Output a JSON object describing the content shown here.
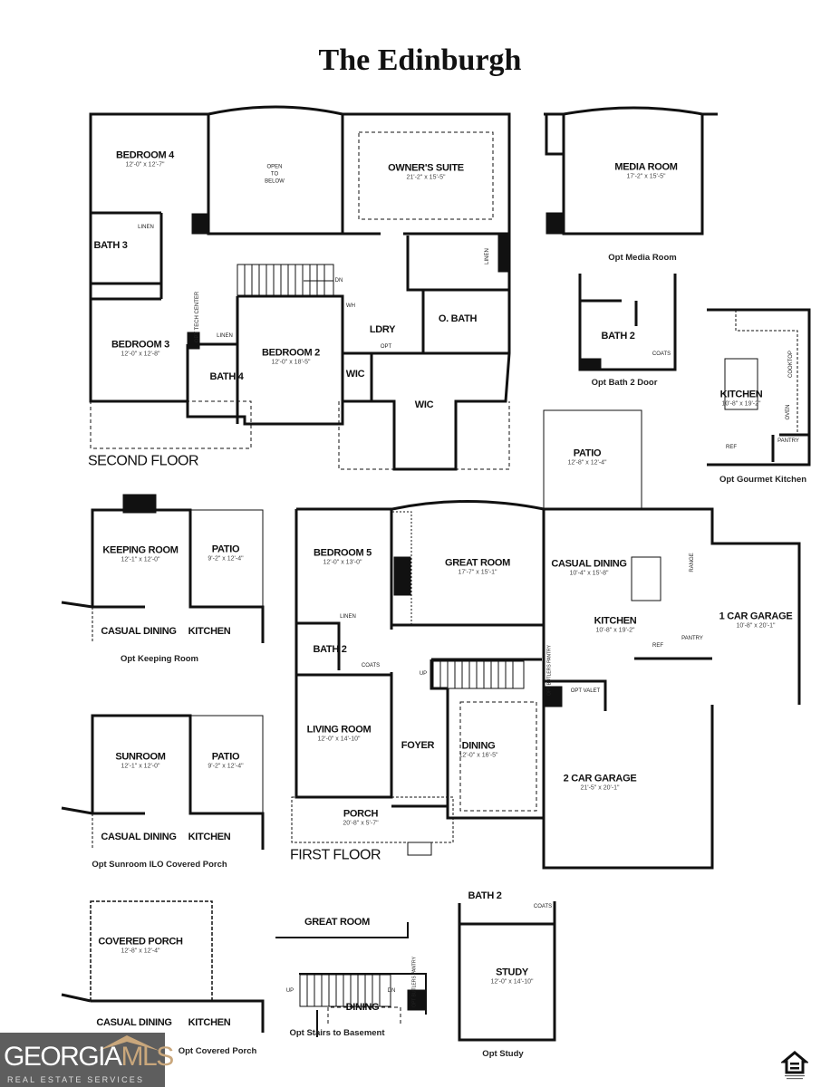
{
  "title": "The Edinburgh",
  "second_floor": {
    "label": "SECOND FLOOR",
    "rooms": [
      {
        "name": "BEDROOM 4",
        "dims": "12'-0\" x 12'-7\""
      },
      {
        "name": "OWNER'S SUITE",
        "dims": "21'-2\" x 15'-5\""
      },
      {
        "name": "BEDROOM 3",
        "dims": "12'-0\" x 12'-8\""
      },
      {
        "name": "BEDROOM 2",
        "dims": "12'-0\" x 18'-5\""
      }
    ],
    "open_to_below": [
      "OPEN",
      "TO",
      "BELOW"
    ],
    "labels": {
      "bath3": "BATH 3",
      "bath4": "BATH 4",
      "linen": "LINEN",
      "tech": "OPT TECH CENTER",
      "wic": "WIC",
      "ldry": "LDRY",
      "obath": "O. BATH",
      "wh": "WH",
      "dn": "DN",
      "opt": "OPT"
    }
  },
  "first_floor": {
    "label": "FIRST FLOOR",
    "rooms": [
      {
        "name": "BEDROOM 5",
        "dims": "12'-0\" x 13'-0\""
      },
      {
        "name": "GREAT ROOM",
        "dims": "17'-7\" x 15'-1\""
      },
      {
        "name": "CASUAL DINING",
        "dims": "10'-4\" x 15'-8\""
      },
      {
        "name": "KITCHEN",
        "dims": "10'-8\" x 19'-2\""
      },
      {
        "name": "1 CAR GARAGE",
        "dims": "10'-8\" x 20'-1\""
      },
      {
        "name": "LIVING ROOM",
        "dims": "12'-0\" x 14'-10\""
      },
      {
        "name": "DINING",
        "dims": "12'-0\" x 16'-5\""
      },
      {
        "name": "2 CAR GARAGE",
        "dims": "21'-5\" x 20'-1\""
      },
      {
        "name": "PORCH",
        "dims": "20'-8\" x 5'-7\""
      },
      {
        "name": "PATIO",
        "dims": "12'-8\" x 12'-4\""
      }
    ],
    "labels": {
      "foyer": "FOYER",
      "bath2": "BATH 2",
      "linen": "LINEN",
      "coats": "COATS",
      "up": "UP",
      "range": "RANGE",
      "ref": "REF",
      "pantry": "PANTRY",
      "butlers": "OPT BUTLERS PANTRY",
      "valet": "OPT VALET"
    }
  },
  "options": {
    "media_room": {
      "name": "MEDIA ROOM",
      "dims": "17'-2\" x 15'-5\"",
      "caption": "Opt Media Room"
    },
    "bath2_door": {
      "name": "BATH 2",
      "coats": "COATS",
      "caption": "Opt Bath 2 Door"
    },
    "gourmet_kitchen": {
      "name": "KITCHEN",
      "dims": "10'-8\" x 19'-2\"",
      "cooktop": "COOKTOP",
      "oven": "OVEN",
      "ref": "REF",
      "pantry": "PANTRY",
      "caption": "Opt Gourmet Kitchen"
    },
    "keeping_room": {
      "name": "KEEPING ROOM",
      "dims": "12'-1\" x 12'-0\"",
      "patio": "PATIO",
      "patio_dims": "9'-2\" x 12'-4\"",
      "casual": "CASUAL DINING",
      "kitchen": "KITCHEN",
      "caption": "Opt Keeping Room"
    },
    "sunroom": {
      "name": "SUNROOM",
      "dims": "12'-1\" x 12'-0\"",
      "patio": "PATIO",
      "patio_dims": "9'-2\" x 12'-4\"",
      "casual": "CASUAL DINING",
      "kitchen": "KITCHEN",
      "caption": "Opt Sunroom ILO Covered Porch"
    },
    "covered_porch": {
      "name": "COVERED PORCH",
      "dims": "12'-8\" x 12'-4\"",
      "casual": "CASUAL DINING",
      "kitchen": "KITCHEN",
      "caption": "Opt Covered Porch"
    },
    "basement_stairs": {
      "great_room": "GREAT ROOM",
      "dining": "DINING",
      "up": "UP",
      "dn": "DN",
      "butlers": "OPT BUTLERS PANTRY",
      "caption": "Opt Stairs to Basement"
    },
    "study": {
      "name": "STUDY",
      "dims": "12'-0\" x 14'-10\"",
      "bath2": "BATH 2",
      "coats": "COATS",
      "caption": "Opt Study"
    }
  },
  "logo": {
    "brand_a": "GEORGIA",
    "brand_b": "MLS",
    "tagline": "REAL ESTATE SERVICES",
    "brand_color": "#c9a77c",
    "bg_color": "#5e5e5e"
  },
  "eho_icon": "equal-housing-opportunity-icon"
}
